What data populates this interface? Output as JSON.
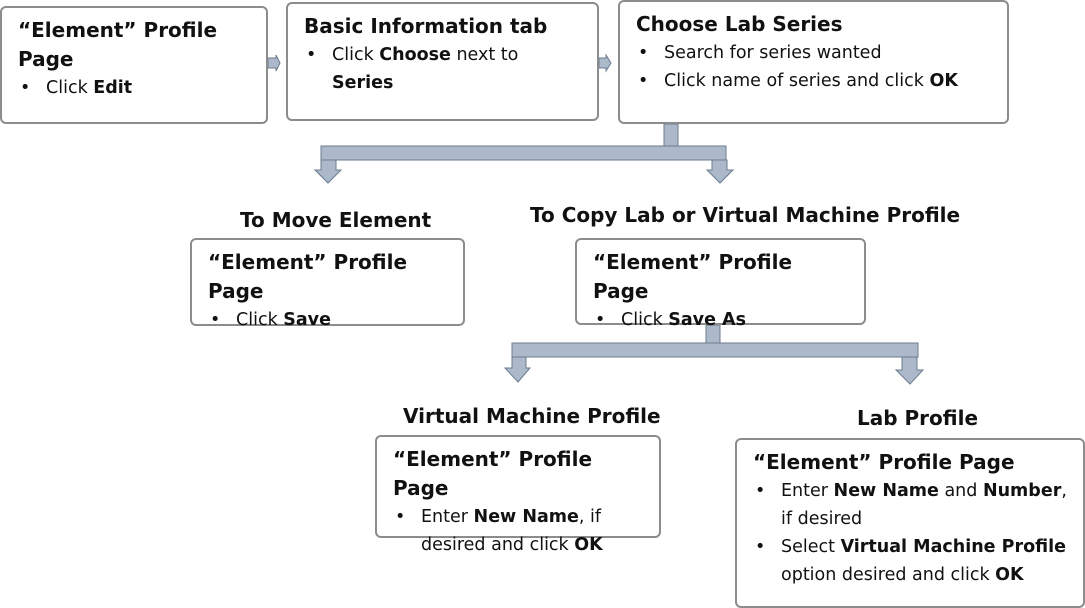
{
  "colors": {
    "connector_fill": "#acb9ca",
    "connector_stroke": "#6b7b8e",
    "box_border": "#8c8c8c"
  },
  "step1": {
    "title": "“Element” Profile Page",
    "bullet1": {
      "prefix": "Click ",
      "bold": "Edit"
    }
  },
  "step2": {
    "title": "Basic Information tab",
    "bullet1": {
      "prefix": "Click ",
      "bold": "Choose",
      "mid": " next to ",
      "bold2": "Series"
    }
  },
  "step3": {
    "title": "Choose Lab Series",
    "bullet1": "Search for series wanted",
    "bullet2": {
      "prefix": "Click name of series and click ",
      "bold": "OK"
    }
  },
  "move": {
    "heading": "To Move Element",
    "title": "“Element” Profile Page",
    "bullet1": {
      "prefix": "Click ",
      "bold": "Save"
    }
  },
  "copy": {
    "heading": "To Copy Lab or Virtual Machine Profile",
    "title": "“Element” Profile Page",
    "bullet1": {
      "prefix": "Click ",
      "bold": "Save As"
    }
  },
  "vm": {
    "heading": "Virtual Machine Profile",
    "title": "“Element” Profile Page",
    "bullet1": {
      "prefix": "Enter ",
      "bold": "New Name",
      "suffix": ", if desired and click ",
      "bold2": "OK"
    }
  },
  "lab": {
    "heading": "Lab Profile",
    "title": "“Element” Profile Page",
    "bullet1": {
      "prefix": "Enter ",
      "bold": "New Name",
      "mid": " and ",
      "bold2": "Number",
      "suffix": ", if desired"
    },
    "bullet2": {
      "prefix": "Select ",
      "bold": "Virtual Machine Profile",
      "suffix": " option desired and click ",
      "bold2": "OK"
    }
  }
}
